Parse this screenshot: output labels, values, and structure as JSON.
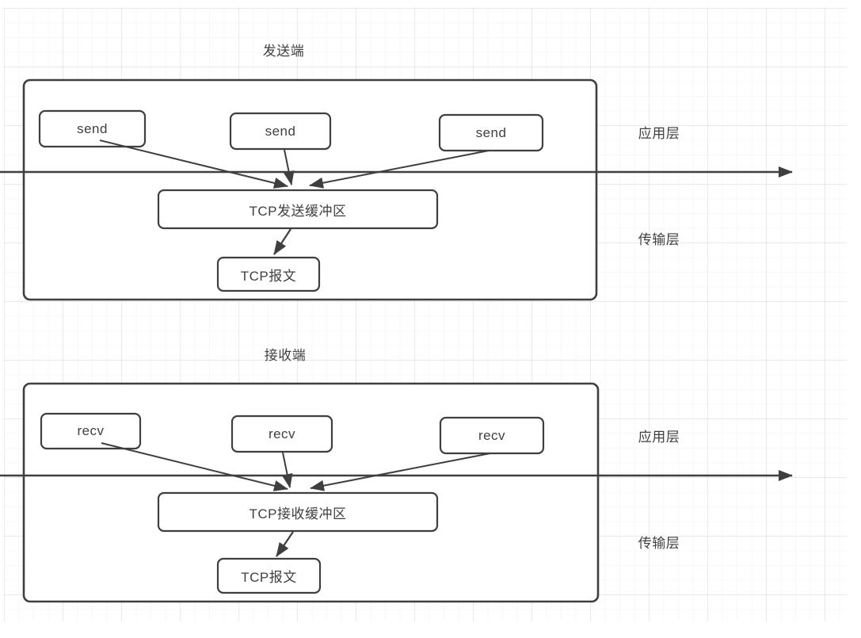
{
  "sender": {
    "title": "发送端",
    "calls": [
      "send",
      "send",
      "send"
    ],
    "buffer": "TCP发送缓冲区",
    "packet": "TCP报文",
    "layers": {
      "application": "应用层",
      "transport": "传输层"
    }
  },
  "receiver": {
    "title": "接收端",
    "calls": [
      "recv",
      "recv",
      "recv"
    ],
    "buffer": "TCP接收缓冲区",
    "packet": "TCP报文",
    "layers": {
      "application": "应用层",
      "transport": "传输层"
    }
  },
  "colors": {
    "stroke": "#3f3f3f",
    "text": "#3f3f3f",
    "background": "#ffffff",
    "grid": "#ececec"
  }
}
